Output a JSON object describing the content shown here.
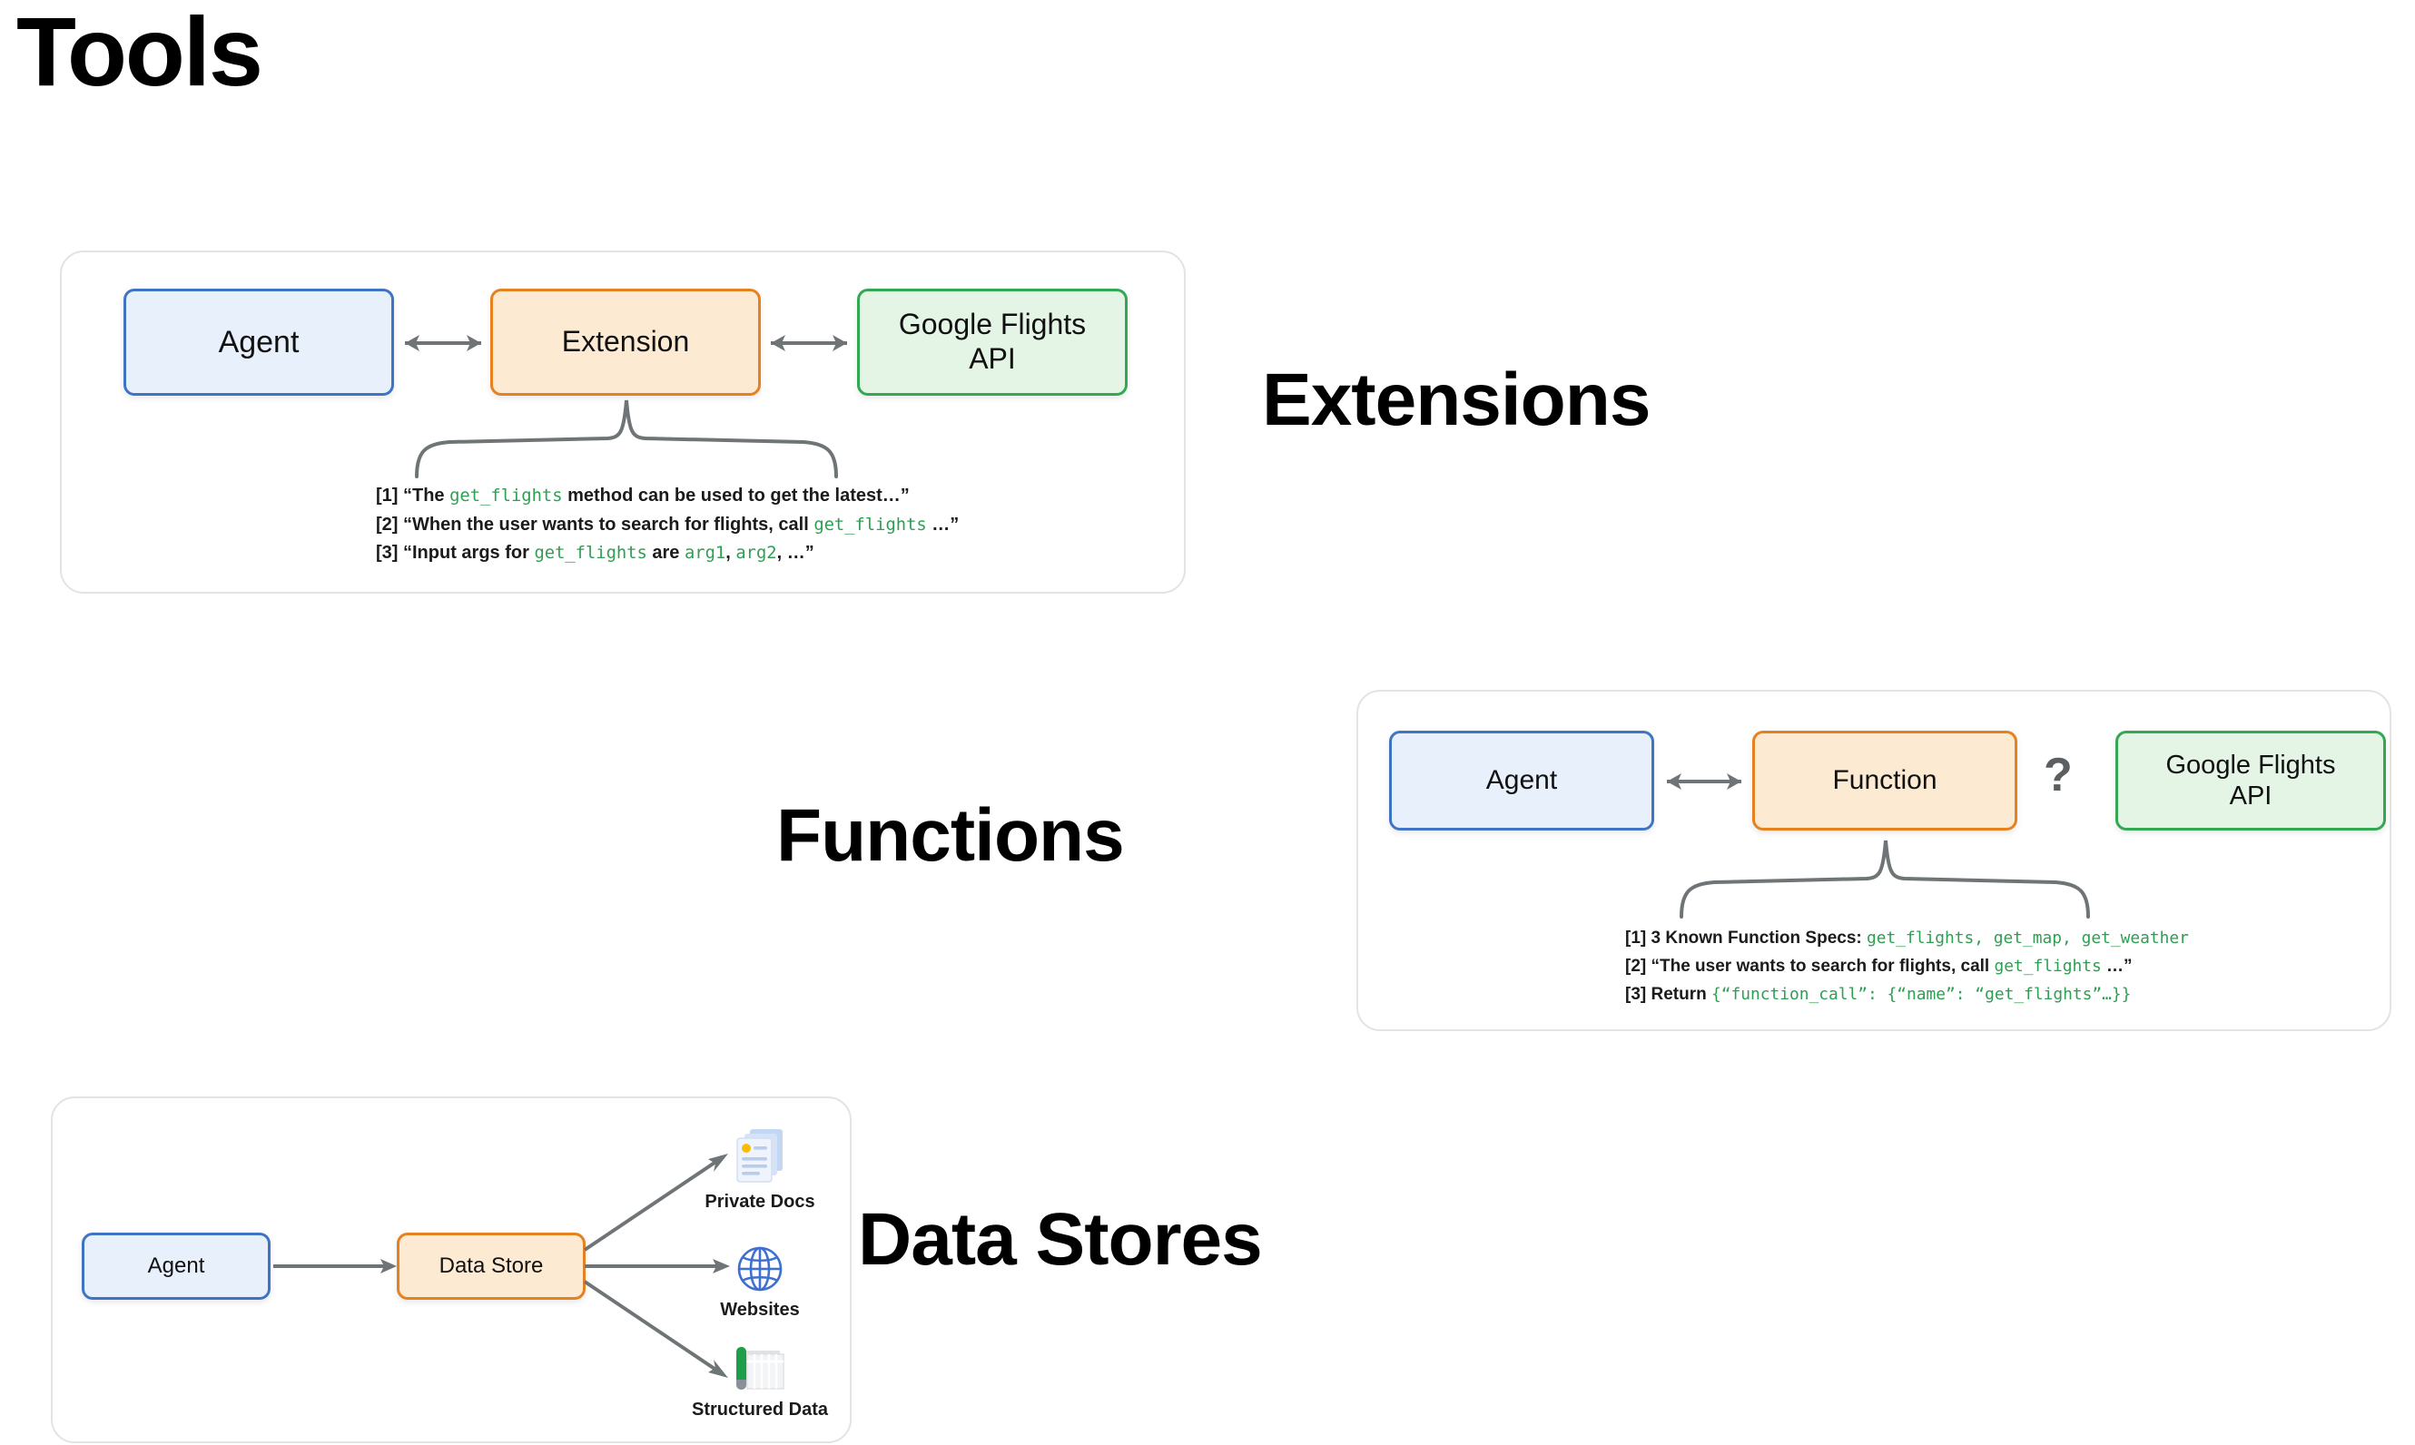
{
  "slide": {
    "title": "Tools"
  },
  "sections": {
    "extensions": {
      "heading": "Extensions",
      "nodes": {
        "agent": "Agent",
        "middle": "Extension",
        "api": "Google Flights\nAPI"
      },
      "annotations": [
        {
          "index": "[1]",
          "parts": [
            {
              "text": "“The ",
              "style": "plain"
            },
            {
              "text": "get_flights",
              "style": "code"
            },
            {
              "text": " method can be used to get the latest…”",
              "style": "plain"
            }
          ]
        },
        {
          "index": "[2]",
          "parts": [
            {
              "text": "“When the user wants to search for flights, call ",
              "style": "plain"
            },
            {
              "text": "get_flights",
              "style": "code"
            },
            {
              "text": " …”",
              "style": "plain"
            }
          ]
        },
        {
          "index": "[3]",
          "parts": [
            {
              "text": "“Input args for ",
              "style": "plain"
            },
            {
              "text": "get_flights",
              "style": "code"
            },
            {
              "text": " are ",
              "style": "plain"
            },
            {
              "text": "arg1",
              "style": "code"
            },
            {
              "text": ", ",
              "style": "plain"
            },
            {
              "text": "arg2",
              "style": "code"
            },
            {
              "text": ", …”",
              "style": "plain"
            }
          ]
        }
      ]
    },
    "functions": {
      "heading": "Functions",
      "nodes": {
        "agent": "Agent",
        "middle": "Function",
        "api": "Google Flights\nAPI"
      },
      "question_mark": "?",
      "annotations": [
        {
          "index": "[1]",
          "parts": [
            {
              "text": "3 Known Function Specs: ",
              "style": "plain"
            },
            {
              "text": "get_flights, get_map, get_weather",
              "style": "code"
            }
          ]
        },
        {
          "index": "[2]",
          "parts": [
            {
              "text": "“The user wants to search for flights, call ",
              "style": "plain"
            },
            {
              "text": "get_flights",
              "style": "code"
            },
            {
              "text": " …”",
              "style": "plain"
            }
          ]
        },
        {
          "index": "[3]",
          "parts": [
            {
              "text": "Return ",
              "style": "plain"
            },
            {
              "text": "{“function_call”: {“name”: “get_flights”…}}",
              "style": "code"
            }
          ]
        }
      ]
    },
    "data_stores": {
      "heading": "Data Stores",
      "nodes": {
        "agent": "Agent",
        "middle": "Data Store"
      },
      "leaves": [
        {
          "label": "Private Docs",
          "icon": "documents-icon"
        },
        {
          "label": "Websites",
          "icon": "globe-icon"
        },
        {
          "label": "Structured Data",
          "icon": "spreadsheet-icon"
        }
      ]
    }
  },
  "colors": {
    "agent_border": "#3f74c4",
    "agent_fill": "#e8f0fb",
    "middle_border": "#e5811f",
    "middle_fill": "#fdead3",
    "api_border": "#32a852",
    "api_fill": "#e4f4e5",
    "code_green": "#2e9e52",
    "connector_gray": "#6f7476",
    "panel_border": "#e3e3e3"
  }
}
